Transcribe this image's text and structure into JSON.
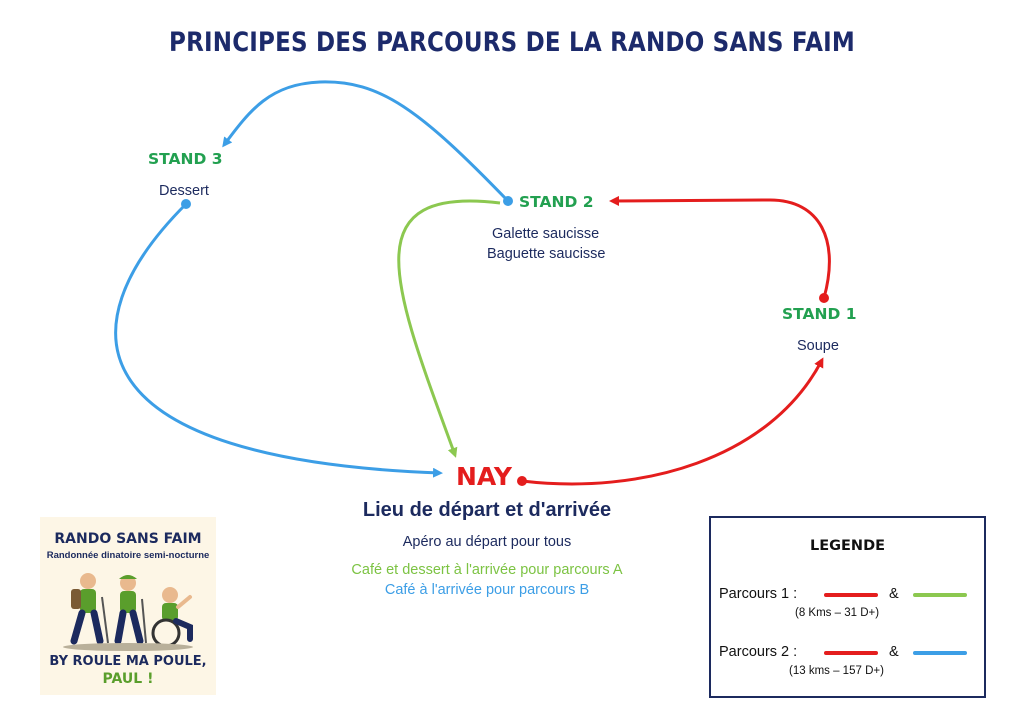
{
  "title": "PRINCIPES DES PARCOURS DE LA RANDO SANS FAIM",
  "stands": [
    {
      "name": "STAND 1",
      "food": [
        "Soupe"
      ]
    },
    {
      "name": "STAND 2",
      "food": [
        "Galette saucisse",
        "Baguette saucisse"
      ]
    },
    {
      "name": "STAND 3",
      "food": [
        "Dessert"
      ]
    }
  ],
  "start": {
    "name": "NAY",
    "subtitle": "Lieu de départ et d'arrivée",
    "apero": "Apéro au départ pour tous",
    "cafe_a": "Café et dessert à l'arrivée pour parcours A",
    "cafe_b": "Café à l'arrivée pour parcours B"
  },
  "legend": {
    "title": "LEGENDE",
    "items": [
      {
        "label": "Parcours 1 :",
        "amp": "&",
        "details": "(8 Kms – 31 D+)",
        "colors": [
          "#e41d1d",
          "#8cc850"
        ]
      },
      {
        "label": "Parcours 2 :",
        "amp": "&",
        "details": "(13 kms – 157 D+)",
        "colors": [
          "#e41d1d",
          "#3c9ee6"
        ]
      }
    ]
  },
  "logo": {
    "title": "RANDO SANS FAIM",
    "subtitle": "Randonnée dinatoire semi-nocturne",
    "by": "BY ROULE MA POULE,",
    "name": "PAUL !"
  },
  "colors": {
    "red": "#e41d1d",
    "green": "#8cc850",
    "blue": "#3c9ee6",
    "navy": "#1c2a5e",
    "stand_green": "#22a050"
  }
}
